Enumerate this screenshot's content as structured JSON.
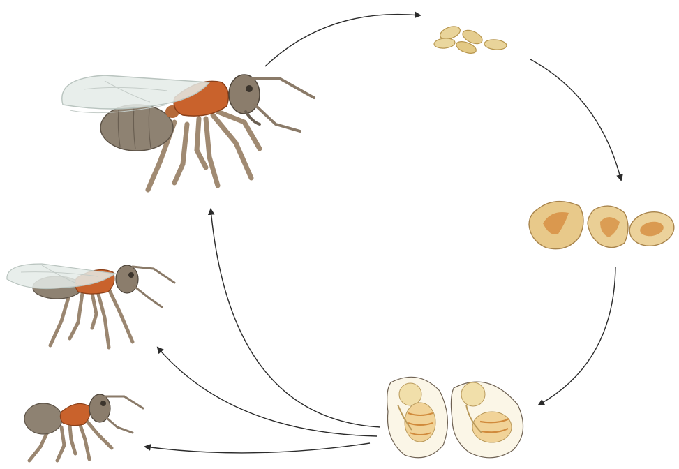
{
  "diagram": {
    "type": "life-cycle",
    "stages": [
      {
        "id": "winged-queen",
        "icon": "winged-queen-ant"
      },
      {
        "id": "eggs",
        "icon": "ant-eggs"
      },
      {
        "id": "larvae",
        "icon": "ant-larvae"
      },
      {
        "id": "pupae",
        "icon": "ant-pupae"
      },
      {
        "id": "winged-male",
        "icon": "winged-male-ant"
      },
      {
        "id": "worker",
        "icon": "worker-ant"
      }
    ],
    "arrows": [
      {
        "from": "winged-queen",
        "to": "eggs"
      },
      {
        "from": "eggs",
        "to": "larvae"
      },
      {
        "from": "larvae",
        "to": "pupae"
      },
      {
        "from": "pupae",
        "to": "winged-queen"
      },
      {
        "from": "pupae",
        "to": "winged-male"
      },
      {
        "from": "pupae",
        "to": "worker"
      }
    ],
    "colors": {
      "arrow": "#2b2b2b",
      "ant_body": "#8c7a68",
      "ant_thorax": "#c9622c",
      "ant_leg": "#a8927c",
      "wing": "#e6ece8",
      "egg": "#e9d49a",
      "larva": "#e8c98a",
      "larva_core": "#d68c3f",
      "pupa": "#f1dfaa",
      "pupa_detail": "#d08a3c",
      "background": "#ffffff"
    }
  }
}
